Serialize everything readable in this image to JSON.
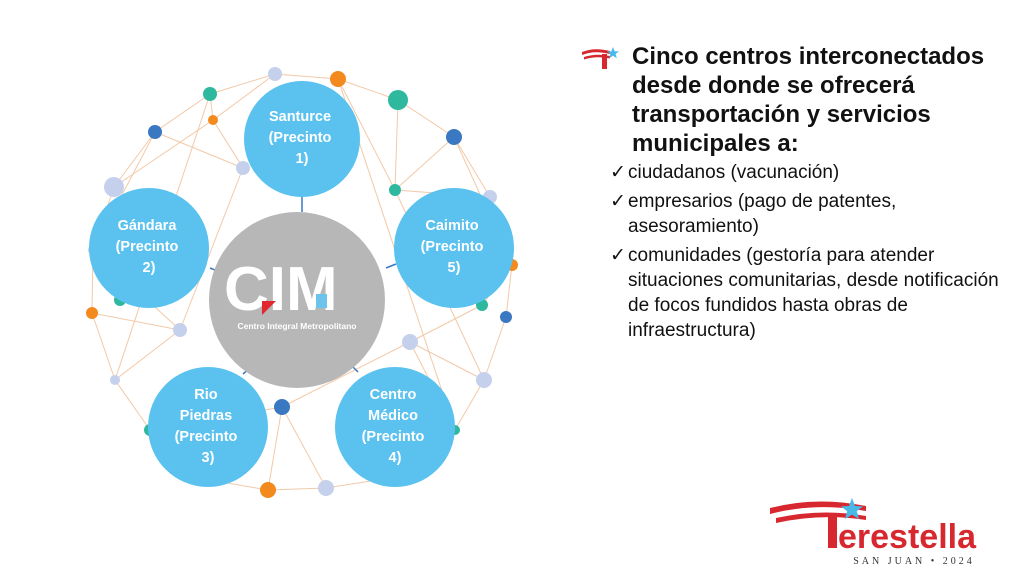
{
  "diagram": {
    "center": {
      "logo_text": "CIM",
      "subtitle": "Centro Integral Metropolitano"
    },
    "nodes": [
      {
        "lines": [
          "Santurce",
          "(Precinto",
          "1)"
        ]
      },
      {
        "lines": [
          "Gándara",
          "(Precinto",
          "2)"
        ]
      },
      {
        "lines": [
          "Caimito",
          "(Precinto",
          "5)"
        ]
      },
      {
        "lines": [
          "Rio",
          "Piedras",
          "(Precinto",
          "3)"
        ]
      },
      {
        "lines": [
          "Centro",
          "Médico",
          "(Precinto",
          "4)"
        ]
      }
    ],
    "colors": {
      "node": "#5bc2f0",
      "center": "#b7b7b7",
      "logo_red": "#e0282e",
      "logo_blue": "#6cc3ec"
    }
  },
  "content": {
    "title": "Cinco centros interconectados desde donde se ofrecerá transportación y servicios municipales a:",
    "check_mark": "✓",
    "items": [
      "ciudadanos (vacunación)",
      "empresarios (pago de patentes, asesoramiento)",
      "comunidades (gestoría para atender situaciones comunitarias, desde notificación de focos fundidos hasta obras de infraestructura)"
    ]
  },
  "logo": {
    "name": "Terestella",
    "tagline": "SAN JUAN • 2024",
    "colors": {
      "red": "#d7282f",
      "star": "#49b9e8"
    }
  }
}
